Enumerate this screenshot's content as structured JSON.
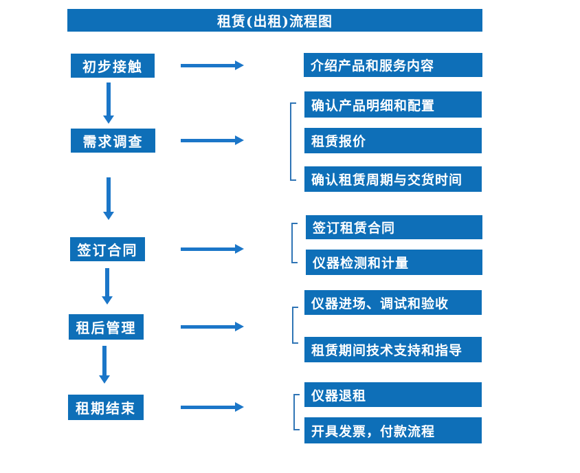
{
  "title": "租赁(出租)流程图",
  "colors": {
    "box_bg": "#0E6FB8",
    "arrow": "#1B76C8",
    "bracket": "#2E74B5",
    "text": "#FFFFFF"
  },
  "stages": [
    {
      "label": "初步接触",
      "outputs": [
        "介绍产品和服务内容"
      ]
    },
    {
      "label": "需求调查",
      "outputs": [
        "确认产品明细和配置",
        "租赁报价",
        "确认租赁周期与交货时间"
      ]
    },
    {
      "label": "签订合同",
      "outputs": [
        "签订租赁合同",
        "仪器检测和计量"
      ]
    },
    {
      "label": "租后管理",
      "outputs": [
        "仪器进场、调试和验收",
        "租赁期间技术支持和指导"
      ]
    },
    {
      "label": "租期结束",
      "outputs": [
        "仪器退租",
        "开具发票，付款流程"
      ]
    }
  ]
}
